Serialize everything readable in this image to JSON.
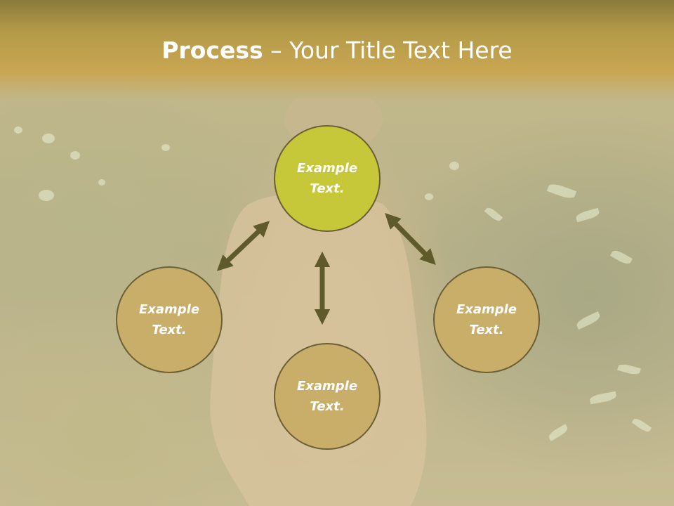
{
  "title": {
    "bold": "Process",
    "rest": " – Your Title Text Here"
  },
  "nodes": {
    "center": {
      "line1": "Example",
      "line2": "Text."
    },
    "left": {
      "line1": "Example",
      "line2": "Text."
    },
    "right": {
      "line1": "Example",
      "line2": "Text."
    },
    "bottom": {
      "line1": "Example",
      "line2": "Text."
    }
  },
  "colors": {
    "header": "#c9a652",
    "center_node": "#c7c73a",
    "outer_node": "#c9ae6a",
    "node_border": "#6b5f36",
    "arrow": "#5e5a2c"
  }
}
